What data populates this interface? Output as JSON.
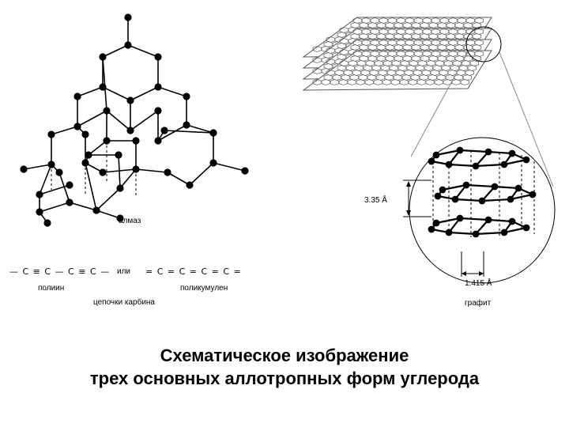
{
  "labels": {
    "diamond": "алмаз",
    "polyyne_formula": "— C ≡ C — C ≡ C —",
    "or": "или",
    "cumulene_formula": "= C = C = C = C =",
    "polyyne": "полиин",
    "polycumulene": "поликумулен",
    "carbyne": "цепочки карбина",
    "spacing": "3.35 Å",
    "bond_length": "1.415 Å",
    "graphite": "графит"
  },
  "caption": {
    "line1": "Схематическое изображение",
    "line2": "трех основных аллотропных форм углерода"
  },
  "colors": {
    "ink": "#000000",
    "sheet": "#555555",
    "guide": "#888888"
  }
}
